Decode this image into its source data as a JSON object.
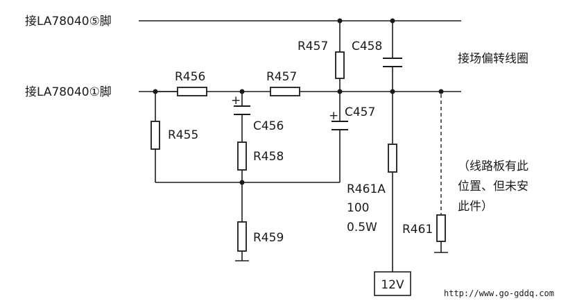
{
  "labels": {
    "pin5": "接LA78040⑤脚",
    "pin1": "接LA78040①脚",
    "coil": "接场偏转线圈",
    "note_line1": "（线路板有此",
    "note_line2": "位置、但未安",
    "note_line3": "此件）",
    "supply": "12V",
    "watermark": "http://www.go-gddq.com"
  },
  "components": {
    "r456": "R456",
    "r457_series": "R457",
    "r457_shunt": "R457",
    "r455": "R455",
    "r458": "R458",
    "r459": "R459",
    "r461a": "R461A",
    "r461a_value": "100",
    "r461a_power": "0.5W",
    "r461": "R461",
    "c456": "C456",
    "c457": "C457",
    "c458": "C458",
    "plus": "+"
  }
}
